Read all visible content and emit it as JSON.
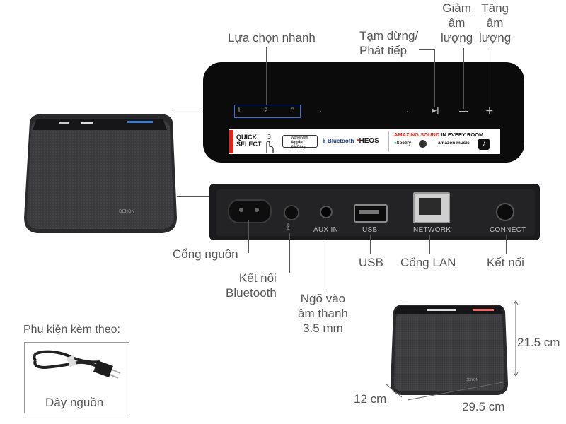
{
  "labels": {
    "quick_select": "Lựa chọn nhanh",
    "play_pause_1": "Tạm dừng/",
    "play_pause_2": "Phát tiếp",
    "vol_down_1": "Giảm",
    "vol_down_2": "âm",
    "vol_down_3": "lượng",
    "vol_up_1": "Tăng",
    "vol_up_2": "âm",
    "vol_up_3": "lượng",
    "power_port": "Cổng nguồn",
    "bluetooth_1": "Kết nối",
    "bluetooth_2": "Bluetooth",
    "aux_1": "Ngõ vào",
    "aux_2": "âm thanh",
    "aux_3": "3.5 mm",
    "usb": "USB",
    "lan": "Cổng LAN",
    "connect": "Kết nối",
    "accessories_title": "Phụ kiện kèm theo:",
    "power_cord": "Dây nguồn"
  },
  "top_panel": {
    "presets": [
      "1",
      "2",
      "3"
    ],
    "quick_select_badge_1": "QUICK",
    "quick_select_badge_2": "SELECT",
    "airplay_small": "Works with",
    "airplay": "Apple AirPlay",
    "bluetooth": "Bluetooth",
    "heos": "HEOS",
    "amazing_sound_1": "AMAZING SOUND",
    "amazing_sound_2": "IN EVERY ROOM",
    "spotify": "Spotify",
    "amazon_music": "amazon music"
  },
  "rear_panel": {
    "aux_in": "AUX IN",
    "usb": "USB",
    "network": "NETWORK",
    "connect": "CONNECT"
  },
  "brand": "DENON",
  "dimensions": {
    "height": "21.5 cm",
    "depth": "12 cm",
    "width": "29.5 cm"
  },
  "colors": {
    "quick_select_red": "#e1261c",
    "amazing_sound_red": "#e1261c"
  }
}
